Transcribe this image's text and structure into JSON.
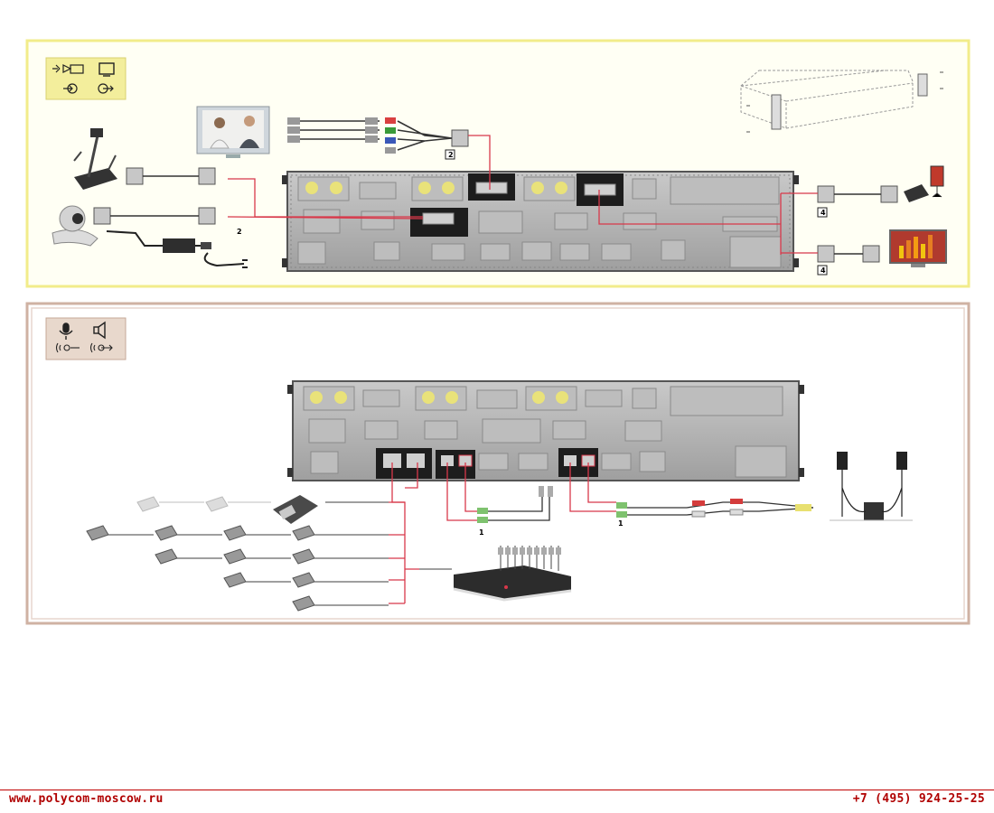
{
  "colors": {
    "video_panel_border": "#f2ec8a",
    "video_panel_fill": "#fffff4",
    "audio_panel_border": "#cfb2a3",
    "audio_panel_fill": "#ffffff",
    "cable_red": "#d8384a",
    "chassis": "#a9a9a9",
    "footer": "#b00000"
  },
  "video_section": {
    "icons": [
      "camera-input-icon",
      "monitor-icon",
      "input-arrow-icon",
      "output-arrow-icon"
    ],
    "labels": {
      "input_2": "2",
      "output_2": "2",
      "output_4a": "4",
      "output_4b": "4"
    }
  },
  "audio_section": {
    "icons": [
      "microphone-icon",
      "speaker-icon",
      "audio-in-icon",
      "audio-out-icon"
    ],
    "labels": {
      "line_in": "1",
      "line_out": "1"
    }
  },
  "footer": {
    "website": "www.polycom-moscow.ru",
    "phone": "+7 (495) 924-25-25"
  }
}
